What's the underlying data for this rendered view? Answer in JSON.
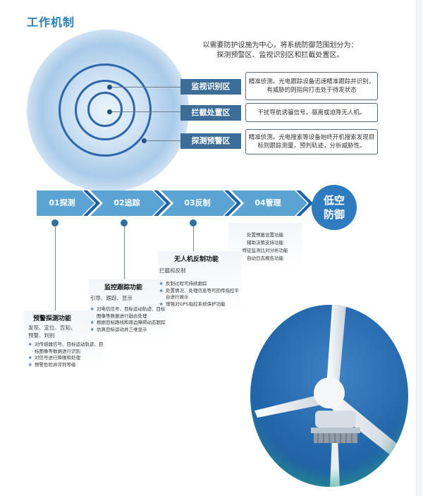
{
  "page_title": "工作机制",
  "zone_diagram": {
    "description_line1": "以需要防护设施为中心，将系统防御范围划分为：",
    "description_line2": "探测预警区、监视识别区和拦截处置区。",
    "zones": [
      {
        "label": "监视识别区",
        "text": "精准侦测。光电跟踪设备迅速精准跟踪并识别，有威胁的则指向打击处于待发状态"
      },
      {
        "label": "拦截处置区",
        "text": "干扰导航诱骗信号，驱离或迫降无人机。"
      },
      {
        "label": "探测预警区",
        "text": "精准侦测。光电搜索等设备始终开机搜索发现目标则跟踪测量，预判轨迹，分析威胁性。"
      }
    ]
  },
  "process": {
    "stages": [
      "01探测",
      "02追踪",
      "03反制",
      "04管理"
    ],
    "badge_line1": "低空",
    "badge_line2": "防御"
  },
  "functions": {
    "detect": {
      "title": "预警探测功能",
      "subtitle": "发现、定位、告知、预警、判别",
      "bullets": [
        "对传感器信号、目标运动轨迹、目标图像等数据进行识别",
        "对信号进行降噪和处理",
        "预警危险并评判等级"
      ]
    },
    "track": {
      "title": "监控跟踪功能",
      "subtitle": "引导、跟踪、显示",
      "bullets": [
        "对电信信号、目标运动轨迹、目标图像等数据进行融合处理",
        "根据目标路线和周边障碍动态跟踪",
        "仿真目标运动并三维显示"
      ]
    },
    "counter": {
      "title": "无人机反制功能",
      "subtitle": "拦截和反制",
      "bullets": [
        "反制过程可持续跟踪",
        "处置情况、处理信息等可回传指控平台进行展示",
        "增强对GPS指控系统保护功能"
      ]
    },
    "manage": {
      "items": [
        "处置预案设置功能",
        "辅助决策支持功能",
        "特征监测比对分析功能",
        "自动日志报告功能"
      ]
    }
  },
  "photo": {
    "subject": "wind-turbine"
  }
}
